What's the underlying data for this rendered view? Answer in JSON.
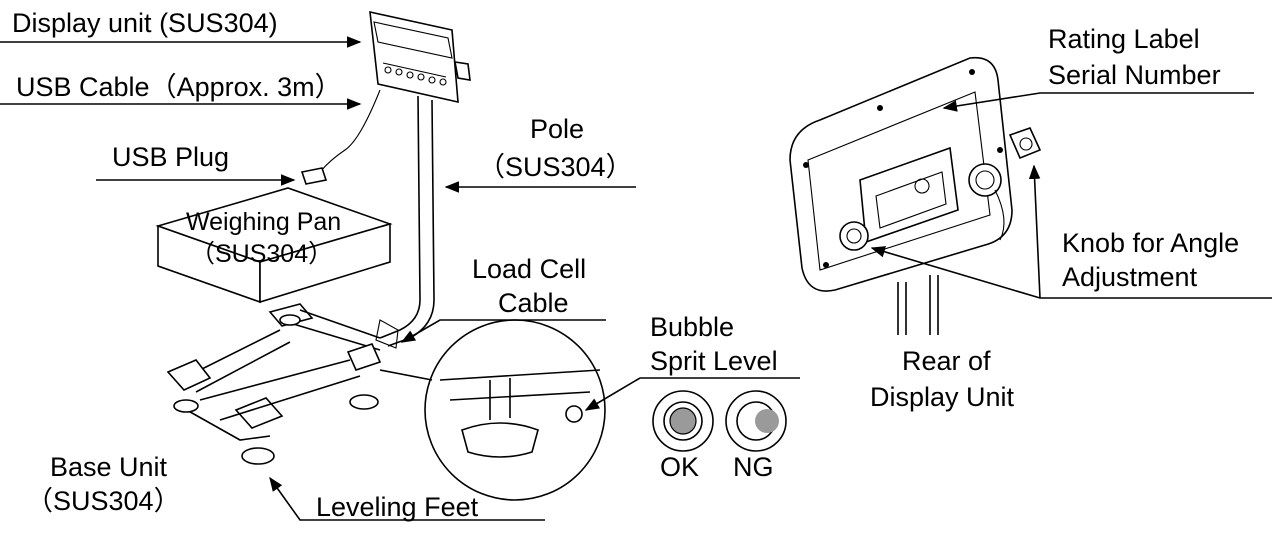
{
  "labels": {
    "display_unit": "Display unit (SUS304)",
    "usb_cable": "USB Cable（Approx. 3m）",
    "usb_plug": "USB Plug",
    "pole": "Pole",
    "pole_material": "（SUS304）",
    "weighing_pan": "Weighing Pan",
    "weighing_pan_material": "（SUS304）",
    "load_cell_line1": "Load Cell",
    "load_cell_line2": "Cable",
    "bubble_line1": "Bubble",
    "bubble_line2": "Sprit Level",
    "ok": "OK",
    "ng": "NG",
    "base_unit": "Base Unit",
    "base_unit_material": "（SUS304）",
    "leveling_feet": "Leveling Feet",
    "rating_label": "Rating Label",
    "serial_number": "Serial Number",
    "knob_line1": "Knob for Angle",
    "knob_line2": "Adjustment",
    "rear_line1": "Rear of",
    "rear_line2": "Display Unit"
  },
  "colors": {
    "bubble_fill": "#9a9a9a",
    "line": "#000000"
  }
}
